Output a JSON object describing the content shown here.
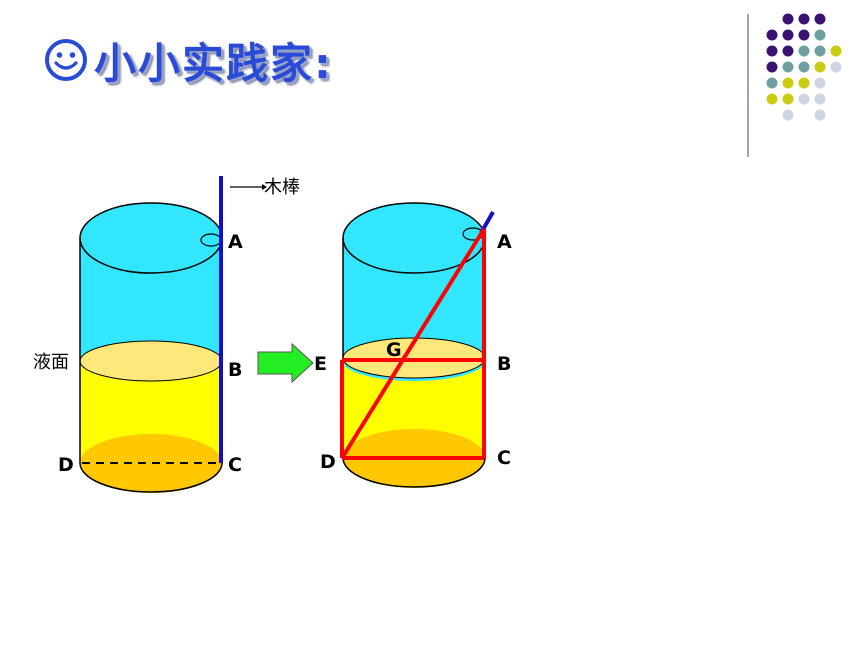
{
  "title": {
    "icon": "smiley-icon",
    "text": "小小实践家:"
  },
  "diagram": {
    "stick_label": "木棒",
    "liquid_label": "液面",
    "left_points": [
      "A",
      "B",
      "C",
      "D"
    ],
    "right_points": [
      "A",
      "B",
      "C",
      "D",
      "E",
      "G"
    ]
  },
  "colors": {
    "title": "#2a4bd8",
    "cyan": "#33e6ff",
    "liquid_yellow": "#ffff00",
    "liquid_top": "#ffe87a",
    "bottom_orange": "#ffc800",
    "stick_blue": "#1010cc",
    "red_lines": "#ff0000",
    "arrow_green": "#22ee22",
    "dot_purple": "#3b1270",
    "dot_teal": "#6fa0a0",
    "dot_yellow": "#cccc10",
    "dot_lavender": "#d0d4e4"
  }
}
